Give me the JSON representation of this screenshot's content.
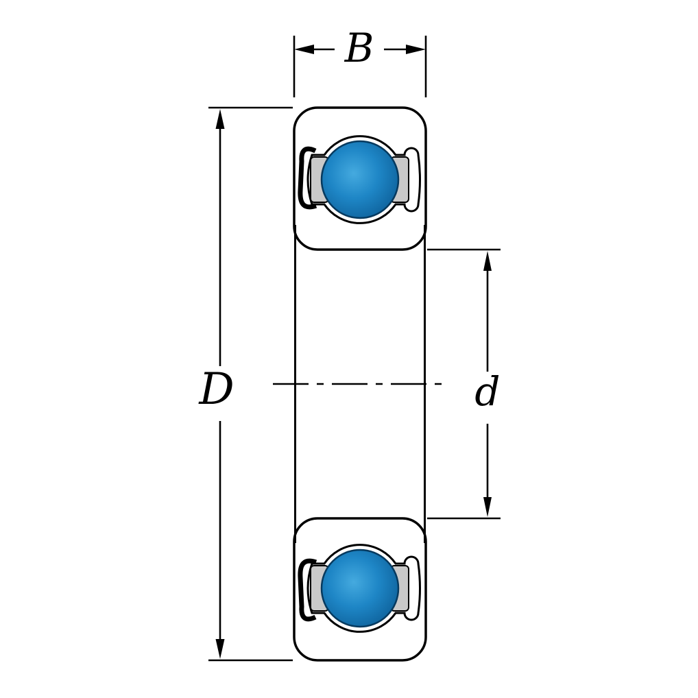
{
  "diagram": {
    "type": "technical-drawing",
    "subject": "sealed deep groove ball bearing cross-section",
    "dimensions": {
      "width_label": "B",
      "outer_diameter_label": "D",
      "bore_diameter_label": "d"
    },
    "colors": {
      "background": "#ffffff",
      "seal_green_light": "#66c455",
      "seal_green": "#53b747",
      "seal_green_dark": "#45a63b",
      "ball_highlight": "#45aadf",
      "ball_mid": "#1e86c6",
      "ball_dark": "#0b5a92",
      "ball_outline": "#063a5f",
      "cage_gray": "#c9c9c9",
      "outline": "#000000"
    }
  }
}
